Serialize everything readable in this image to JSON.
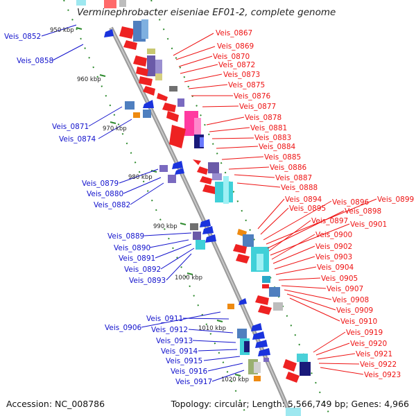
{
  "title": "Verminephrobacter eiseniae EF01-2, complete genome",
  "accession": "Accession: NC_008786",
  "summary": "Topology: circular; Length: 5,566,749 bp; Genes: 4,966",
  "colors": {
    "forward_label": "#ee1111",
    "reverse_label": "#1111cc",
    "backbone": "#9a9a9a",
    "tick": "#2d8a2d"
  },
  "kbp_ticks": [
    "950 kbp",
    "960 kbp",
    "970 kbp",
    "980 kbp",
    "990 kbp",
    "1000 kbp",
    "1010 kbp",
    "1020 kbp"
  ],
  "forward_genes": [
    "Veis_0867",
    "Veis_0869",
    "Veis_0870",
    "Veis_0872",
    "Veis_0873",
    "Veis_0875",
    "Veis_0876",
    "Veis_0877",
    "Veis_0878",
    "Veis_0881",
    "Veis_0883",
    "Veis_0884",
    "Veis_0885",
    "Veis_0886",
    "Veis_0887",
    "Veis_0888",
    "Veis_0894",
    "Veis_0895",
    "Veis_0896",
    "Veis_0899",
    "Veis_0898",
    "Veis_0897",
    "Veis_0901",
    "Veis_0900",
    "Veis_0902",
    "Veis_0903",
    "Veis_0904",
    "Veis_0905",
    "Veis_0907",
    "Veis_0908",
    "Veis_0909",
    "Veis_0910",
    "Veis_0919",
    "Veis_0920",
    "Veis_0921",
    "Veis_0922",
    "Veis_0923"
  ],
  "reverse_genes": [
    "Veis_0852",
    "Veis_0858",
    "Veis_0871",
    "Veis_0874",
    "Veis_0879",
    "Veis_0880",
    "Veis_0882",
    "Veis_0889",
    "Veis_0890",
    "Veis_0891",
    "Veis_0892",
    "Veis_0893",
    "Veis_0911",
    "Veis_0906",
    "Veis_0912",
    "Veis_0913",
    "Veis_0914",
    "Veis_0915",
    "Veis_0916",
    "Veis_0917"
  ]
}
